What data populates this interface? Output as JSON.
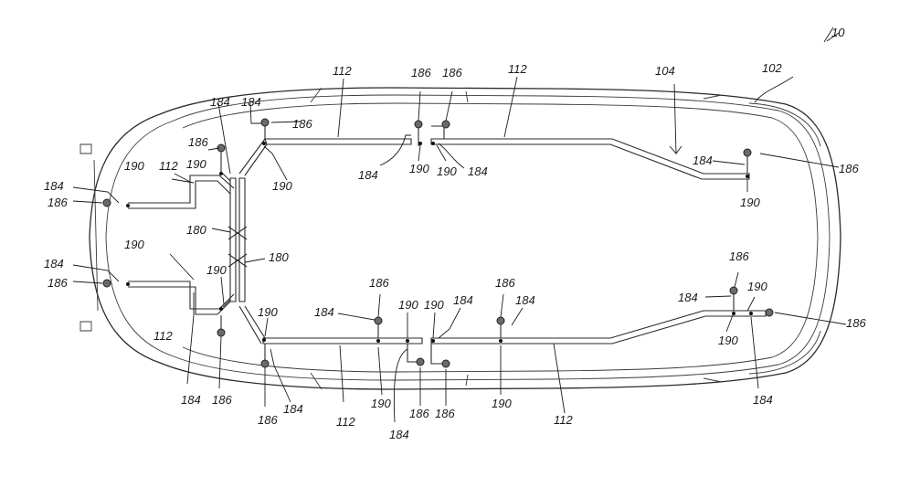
{
  "figure": {
    "labels": {
      "corner_mark": "10",
      "vehicle": "102",
      "system": "104",
      "duct": "112",
      "hub": "180",
      "branch": "184",
      "nozzle": "186",
      "junction": "190"
    },
    "colors": {
      "line": "#2a2a2a",
      "node": "#6a6a6a",
      "background": "#ffffff"
    }
  }
}
